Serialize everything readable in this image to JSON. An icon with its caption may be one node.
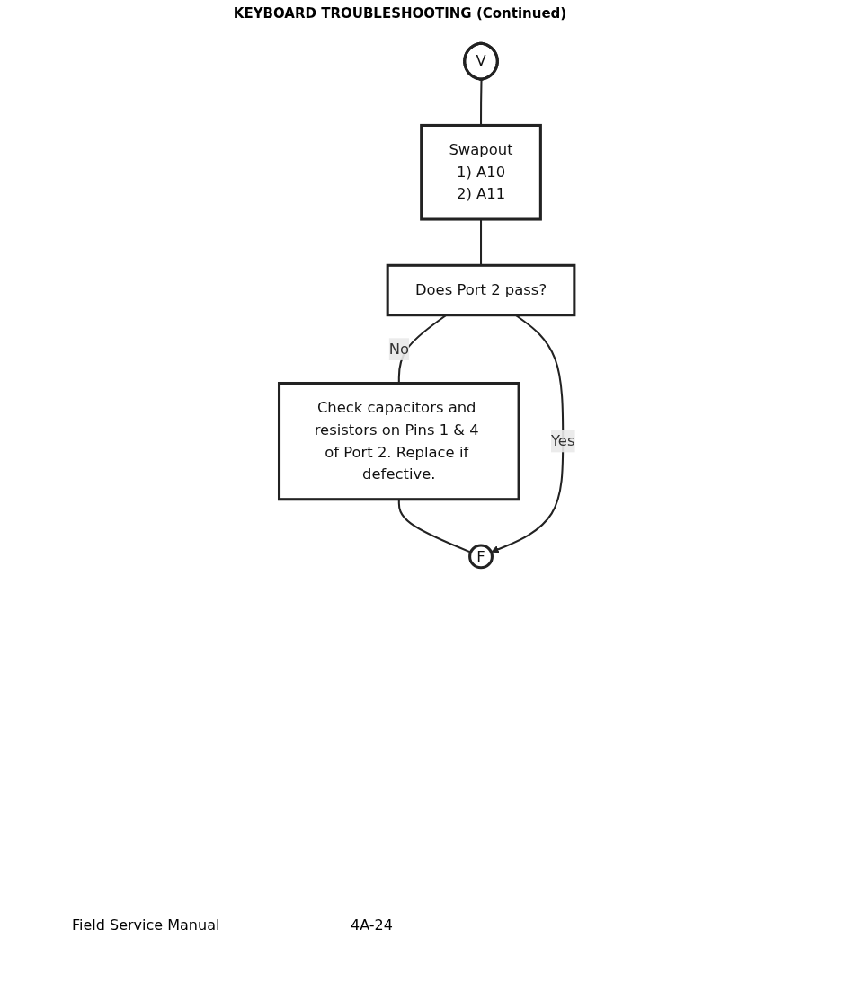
{
  "diagram": {
    "title": "KEYBOARD TROUBLESHOOTING (Continued)",
    "nodes": [
      {
        "text": [
          "V"
        ]
      },
      {
        "text": [
          "Swapout",
          "1) A10",
          "2) A11"
        ]
      },
      {
        "text": [
          "Does Port 2 pass?"
        ]
      },
      {
        "text": [
          "Check capacitors and resistors on Pins 1 & 4 of Port 2. Replace if defective."
        ]
      },
      {
        "text": [
          "F"
        ]
      }
    ],
    "edges": [
      {
        "from": 0,
        "to": 1,
        "arrow": "none"
      },
      {
        "from": 1,
        "to": 2,
        "arrow": "none"
      },
      {
        "from": 2,
        "to": 3,
        "arrow": "none",
        "label": "No"
      },
      {
        "from": 3,
        "to": 4,
        "arrow": "none"
      },
      {
        "from": 2,
        "to": 4,
        "arrow": "to",
        "label": "Yes"
      }
    ],
    "labels": [
      "Field Service Manual",
      "4A-24"
    ]
  }
}
